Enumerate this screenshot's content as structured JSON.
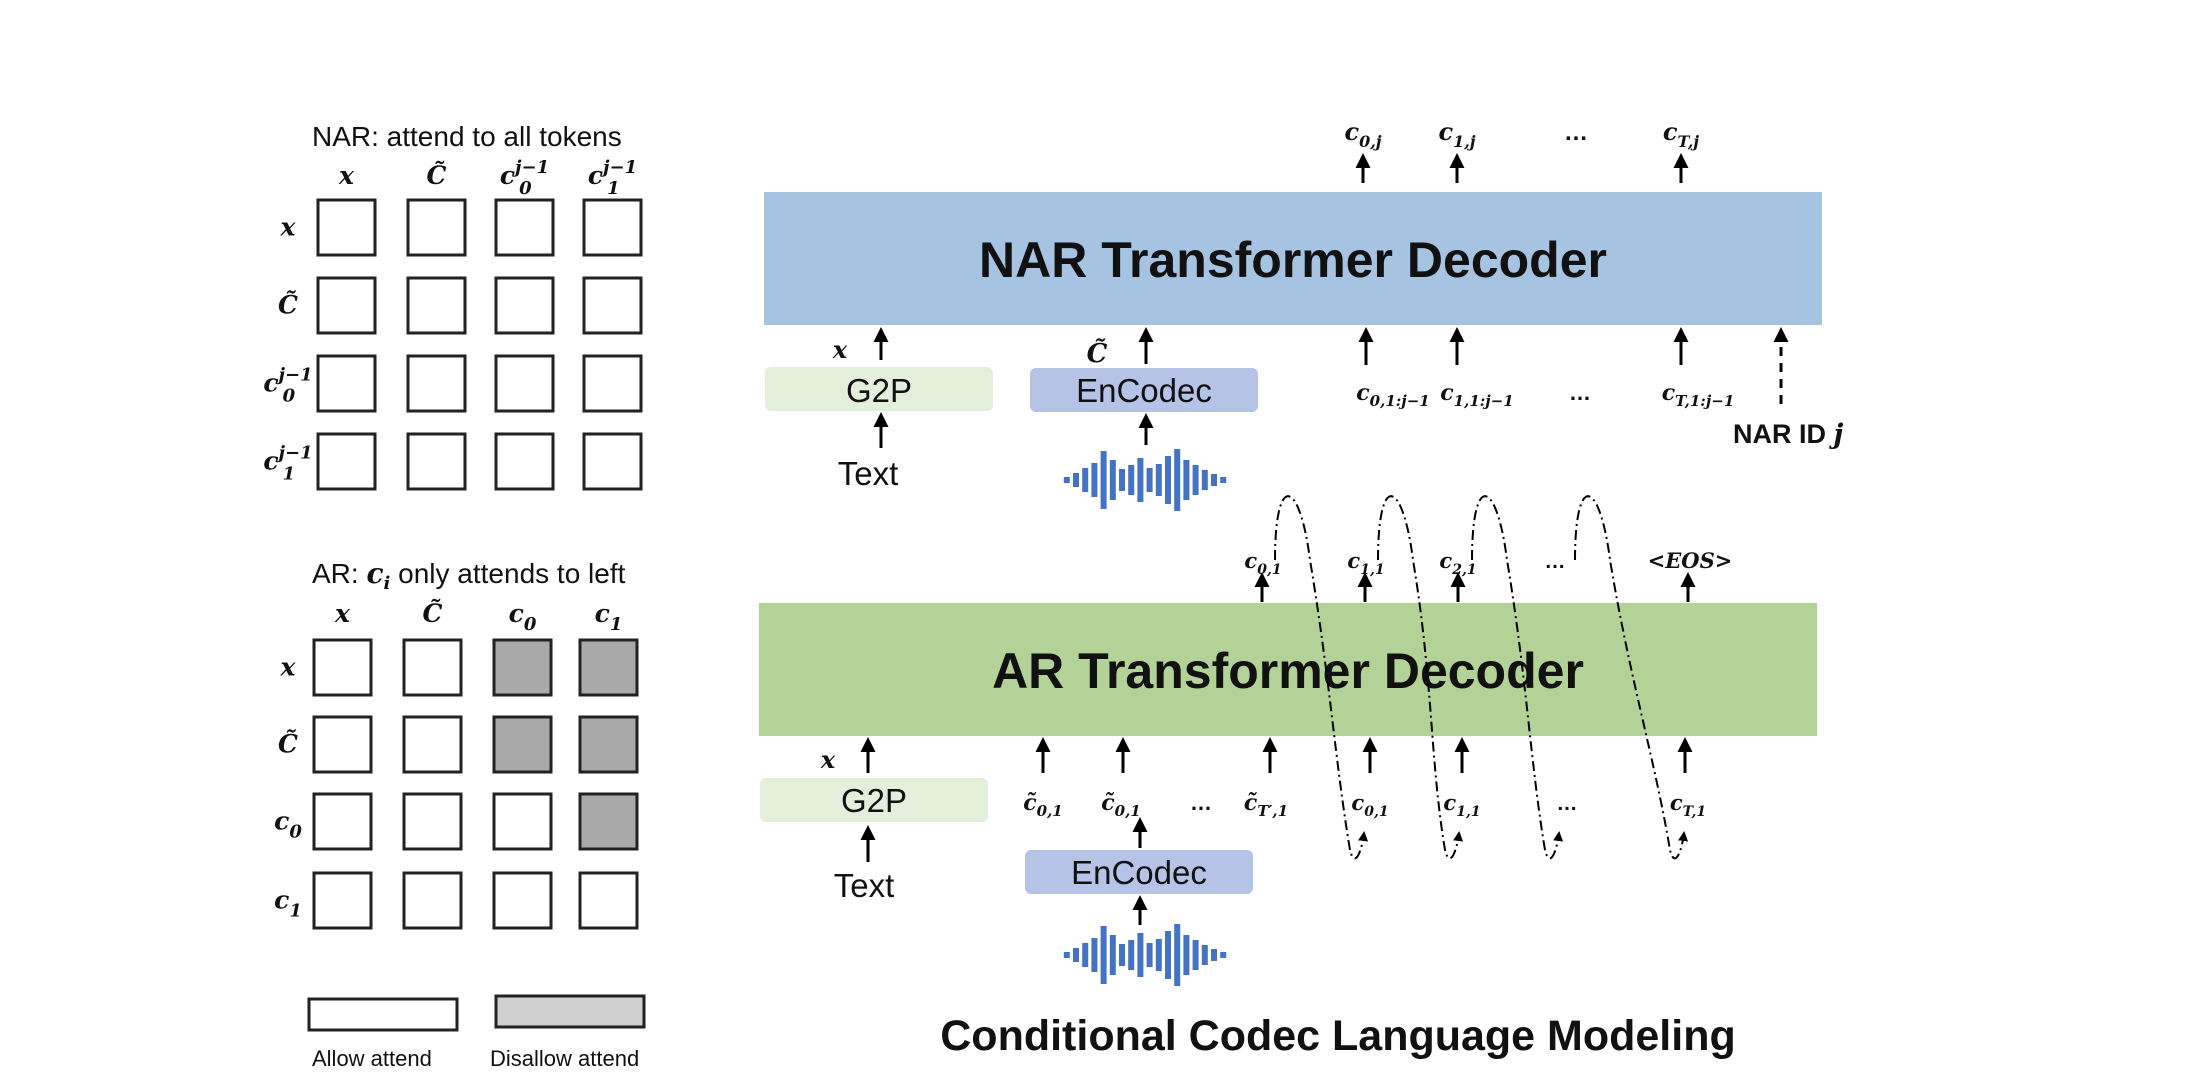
{
  "nar_matrix": {
    "title": "NAR:  attend to all tokens",
    "cols": [
      "x",
      "C̃",
      "c",
      "c"
    ],
    "col_sub": [
      "",
      "",
      "0",
      "1"
    ],
    "col_sup": [
      "",
      "",
      "j−1",
      "j−1"
    ],
    "rows": [
      "x",
      "C̃",
      "c",
      "c"
    ],
    "row_sub": [
      "",
      "",
      "0",
      "1"
    ],
    "row_sup": [
      "",
      "",
      "j−1",
      "j−1"
    ],
    "cells": [
      [
        0,
        0,
        0,
        0
      ],
      [
        0,
        0,
        0,
        0
      ],
      [
        0,
        0,
        0,
        0
      ],
      [
        0,
        0,
        0,
        0
      ]
    ]
  },
  "ar_matrix": {
    "title_prefix": "AR: ",
    "title_var": "c",
    "title_sub": "i",
    "title_suffix": " only attends to left",
    "cols": [
      "x",
      "C̃",
      "c",
      "c"
    ],
    "col_sub": [
      "",
      "",
      "0",
      "1"
    ],
    "rows": [
      "x",
      "C̃",
      "c",
      "c"
    ],
    "row_sub": [
      "",
      "",
      "0",
      "1"
    ],
    "cells": [
      [
        0,
        0,
        1,
        1
      ],
      [
        0,
        0,
        1,
        1
      ],
      [
        0,
        0,
        0,
        1
      ],
      [
        0,
        0,
        0,
        0
      ]
    ]
  },
  "legend": {
    "allow": "Allow attend",
    "disallow": "Disallow attend"
  },
  "nar": {
    "decoder_label": "NAR Transformer Decoder",
    "decoder_color": "#a6c3e2",
    "g2p_label": "G2P",
    "encodec_label": "EnCodec",
    "text_label": "Text",
    "x_label": "x",
    "c_label": "C̃",
    "outputs": [
      {
        "base": "c",
        "sub": "0,j"
      },
      {
        "base": "c",
        "sub": "1,j"
      },
      {
        "base": "…",
        "sub": ""
      },
      {
        "base": "c",
        "sub": "T,j"
      }
    ],
    "inputs": [
      {
        "base": "c",
        "sub": "0,1:j−1"
      },
      {
        "base": "c",
        "sub": "1,1:j−1"
      },
      {
        "base": "…",
        "sub": ""
      },
      {
        "base": "c",
        "sub": "T,1:j−1"
      }
    ],
    "nar_id_prefix": "NAR ID ",
    "nar_id_var": "j"
  },
  "ar": {
    "decoder_label": "AR Transformer Decoder",
    "decoder_color": "#b2d297",
    "g2p_label": "G2P",
    "encodec_label": "EnCodec",
    "text_label": "Text",
    "x_label": "x",
    "outputs": [
      {
        "base": "c",
        "sub": "0,1"
      },
      {
        "base": "c",
        "sub": "1,1"
      },
      {
        "base": "c",
        "sub": "2,1"
      },
      {
        "base": "…",
        "sub": ""
      },
      {
        "base": "<EOS>",
        "sub": ""
      }
    ],
    "prompt_inputs": [
      {
        "base": "c̃",
        "sub": "0,1"
      },
      {
        "base": "c̃",
        "sub": "0,1"
      },
      {
        "base": "…",
        "sub": ""
      },
      {
        "base": "c̃",
        "sub": "T′,1"
      }
    ],
    "inputs": [
      {
        "base": "c",
        "sub": "0,1"
      },
      {
        "base": "c",
        "sub": "1,1"
      },
      {
        "base": "…",
        "sub": ""
      },
      {
        "base": "c",
        "sub": "T,1"
      }
    ]
  },
  "colors": {
    "g2p_fill": "#e4efdb",
    "encodec_fill": "#b4c3e6",
    "waveform": "#4472c4",
    "disallow_fill": "#a9a9a9"
  },
  "main_title": "Conditional Codec Language Modeling"
}
